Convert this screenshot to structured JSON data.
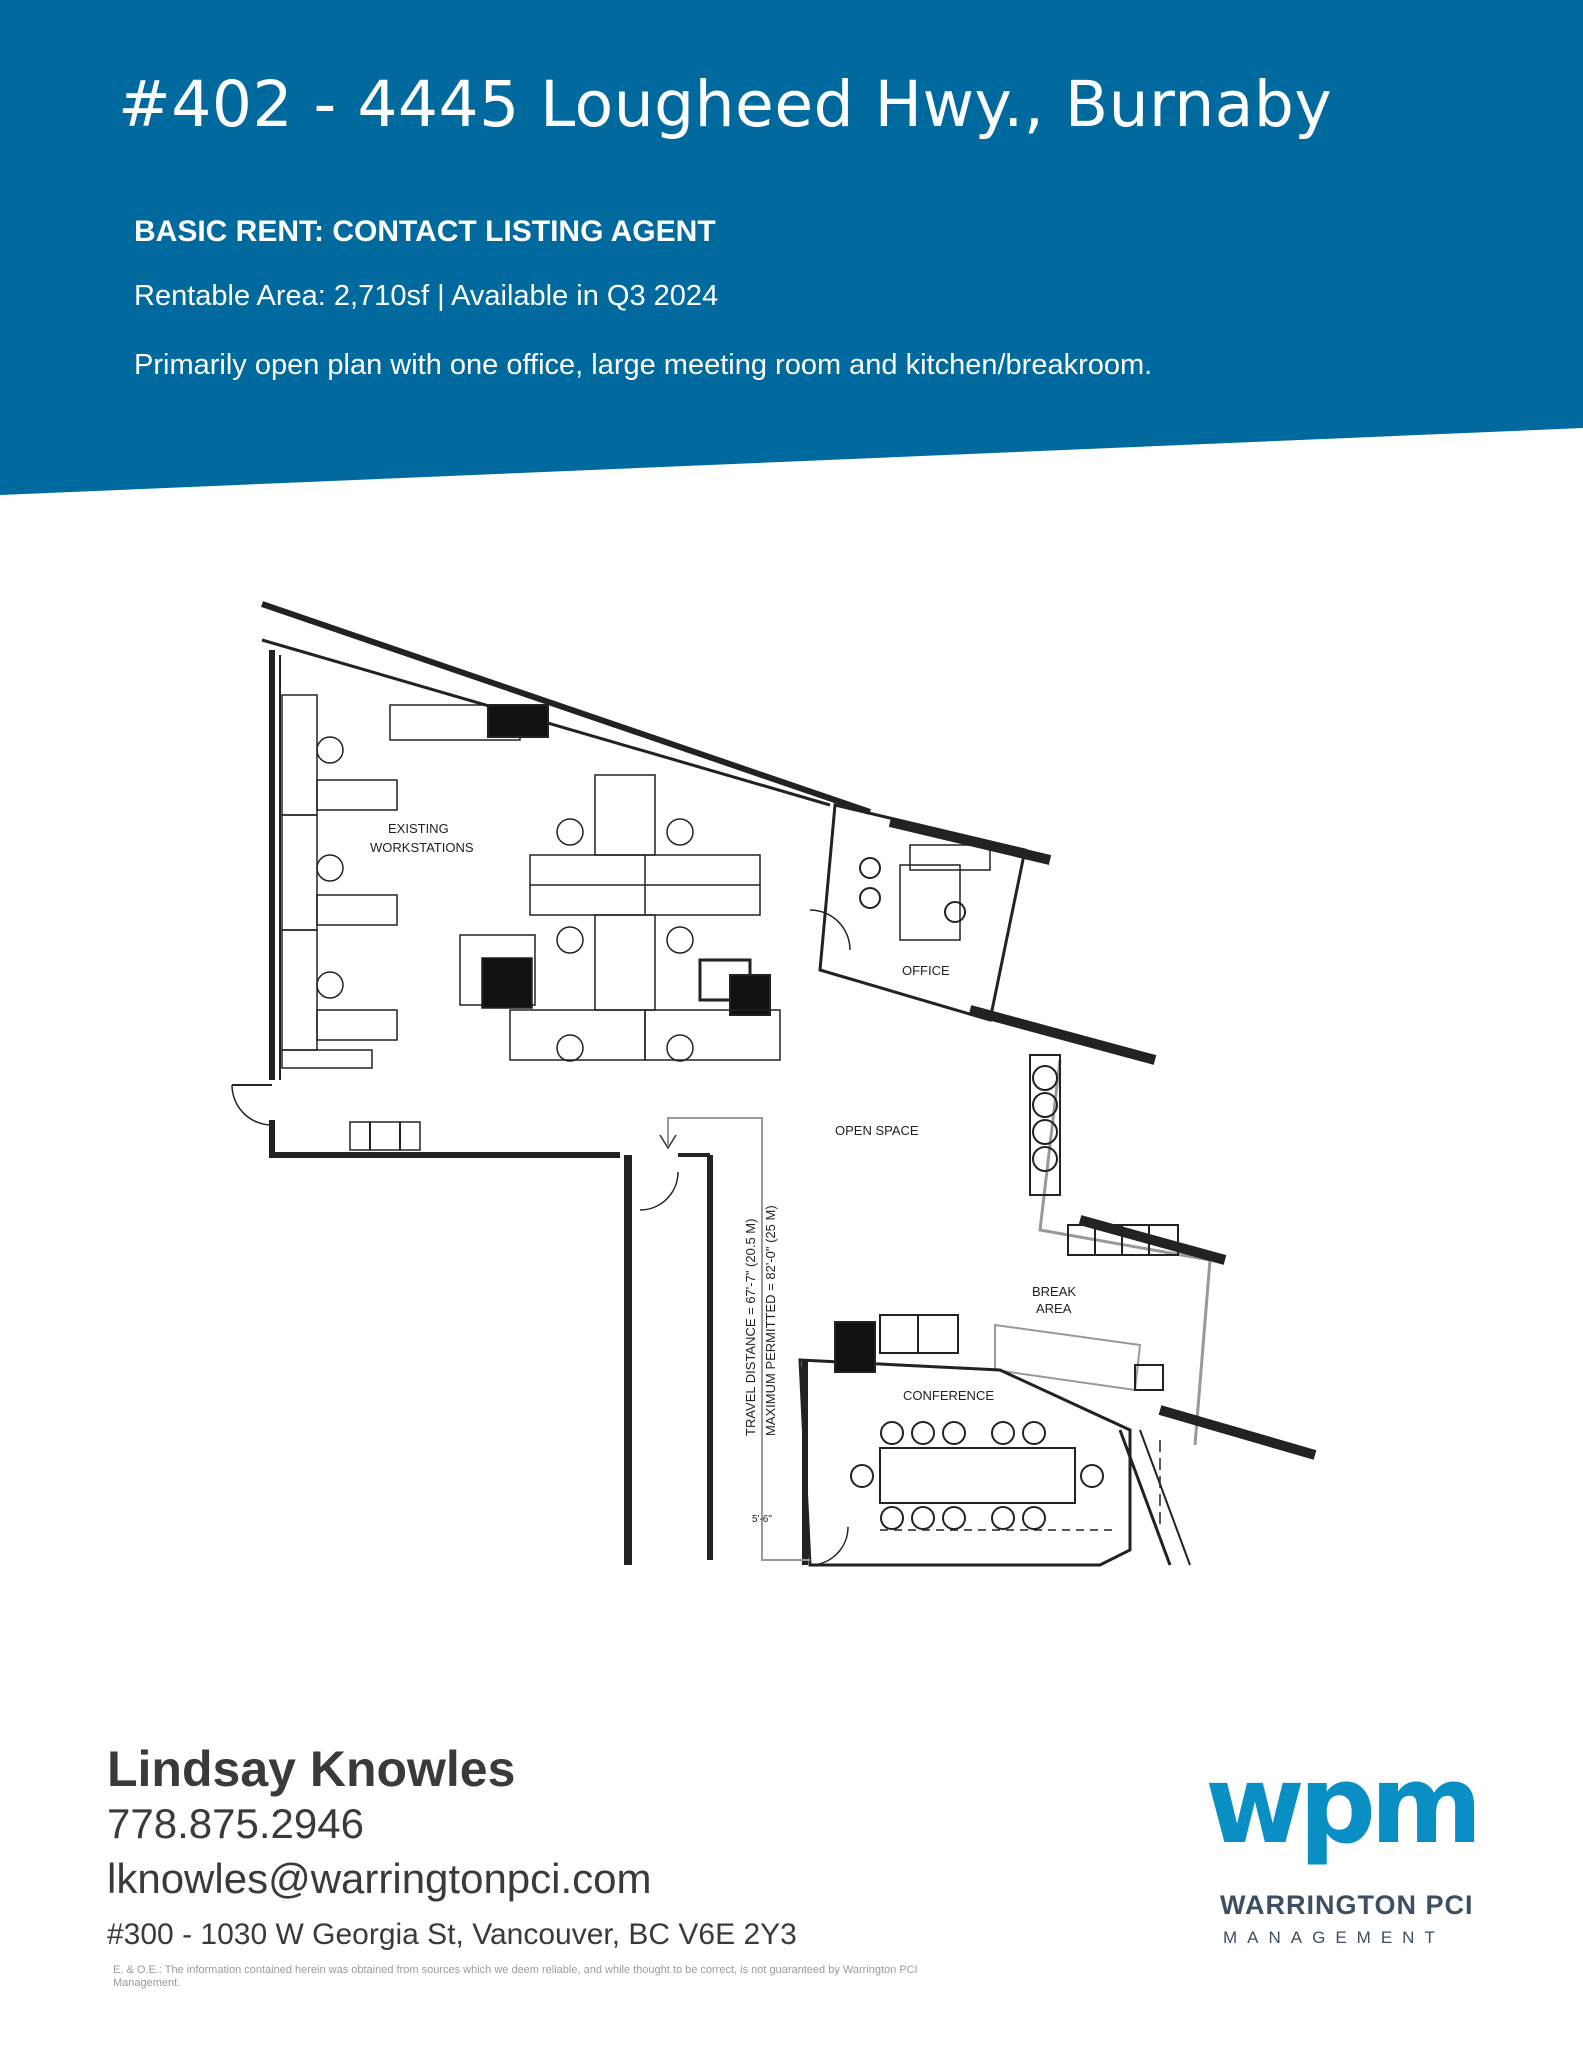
{
  "header": {
    "title": "#402 - 4445 Lougheed Hwy., Burnaby",
    "basic_rent": "BASIC RENT: CONTACT LISTING AGENT",
    "area_line": "Rentable Area: 2,710sf  |  Available in Q3 2024",
    "description": "Primarily open plan with one office, large meeting room and kitchen/breakroom.",
    "background_color": "#006a9e"
  },
  "floor_plan": {
    "labels": {
      "workstations_line1": "EXISTING",
      "workstations_line2": "WORKSTATIONS",
      "office": "OFFICE",
      "open_space": "OPEN SPACE",
      "break_line1": "BREAK",
      "break_line2": "AREA",
      "conference": "CONFERENCE",
      "travel_distance": "TRAVEL DISTANCE = 67'-7\" (20.5 M)",
      "max_permitted": "MAXIMUM PERMITTED = 82'-0\" (25 M)",
      "door_dimension": "5'-6\""
    }
  },
  "contact": {
    "name": "Lindsay Knowles",
    "phone": "778.875.2946",
    "email": "lknowles@warringtonpci.com",
    "address": "#300 - 1030 W Georgia St, Vancouver, BC V6E 2Y3"
  },
  "disclaimer": "E. & O.E.: The information contained herein was obtained from sources which we deem reliable, and while thought to be correct, is not guaranteed by Warrington PCI Management.",
  "logo": {
    "mark": "wpm",
    "company": "WARRINGTON PCI",
    "tagline": "MANAGEMENT",
    "color_light": "#0a8fc5",
    "color_dark": "#14506e"
  }
}
